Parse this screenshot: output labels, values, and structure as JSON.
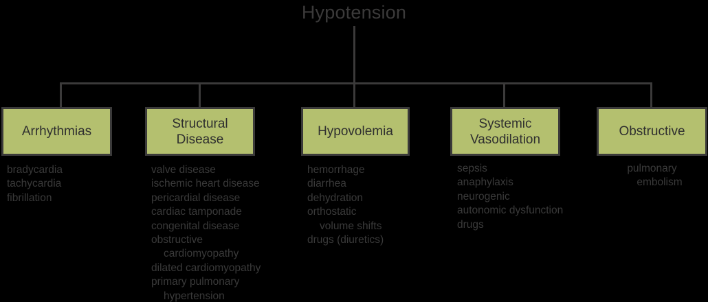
{
  "diagram": {
    "title": "Hypotension",
    "colors": {
      "background": "#000000",
      "box_fill": "#b4c06f",
      "box_border": "#3b3a3a",
      "title_text": "#3b3a3a",
      "box_text": "#2f2f2f",
      "leaf_text": "#3a3a3a",
      "connector": "#3b3a3a"
    },
    "branches": [
      {
        "id": "arrhythmias",
        "label": "Arrhythmias",
        "items": [
          {
            "text": "bradycardia",
            "indent": false
          },
          {
            "text": "tachycardia",
            "indent": false
          },
          {
            "text": "fibrillation",
            "indent": false
          }
        ]
      },
      {
        "id": "structural-disease",
        "label": "Structural\nDisease",
        "items": [
          {
            "text": "valve disease",
            "indent": false
          },
          {
            "text": "ischemic heart disease",
            "indent": false
          },
          {
            "text": "pericardial disease",
            "indent": false
          },
          {
            "text": "cardiac tamponade",
            "indent": false
          },
          {
            "text": "congenital disease",
            "indent": false
          },
          {
            "text": "obstructive",
            "indent": false
          },
          {
            "text": "cardiomyopathy",
            "indent": true
          },
          {
            "text": "dilated cardiomyopathy",
            "indent": false
          },
          {
            "text": "primary pulmonary",
            "indent": false
          },
          {
            "text": "hypertension",
            "indent": true
          }
        ]
      },
      {
        "id": "hypovolemia",
        "label": "Hypovolemia",
        "items": [
          {
            "text": "hemorrhage",
            "indent": false
          },
          {
            "text": "diarrhea",
            "indent": false
          },
          {
            "text": "dehydration",
            "indent": false
          },
          {
            "text": "orthostatic",
            "indent": false
          },
          {
            "text": "volume shifts",
            "indent": true
          },
          {
            "text": "drugs (diuretics)",
            "indent": false
          }
        ]
      },
      {
        "id": "systemic-vasodilation",
        "label": "Systemic\nVasodilation",
        "items": [
          {
            "text": "sepsis",
            "indent": false
          },
          {
            "text": "anaphylaxis",
            "indent": false
          },
          {
            "text": "neurogenic",
            "indent": false
          },
          {
            "text": "autonomic dysfunction",
            "indent": false
          },
          {
            "text": "drugs",
            "indent": false
          }
        ]
      },
      {
        "id": "obstructive",
        "label": "Obstructive",
        "items": [
          {
            "text": "pulmonary",
            "indent": false
          },
          {
            "text": "embolism",
            "indent": true
          }
        ]
      }
    ]
  }
}
